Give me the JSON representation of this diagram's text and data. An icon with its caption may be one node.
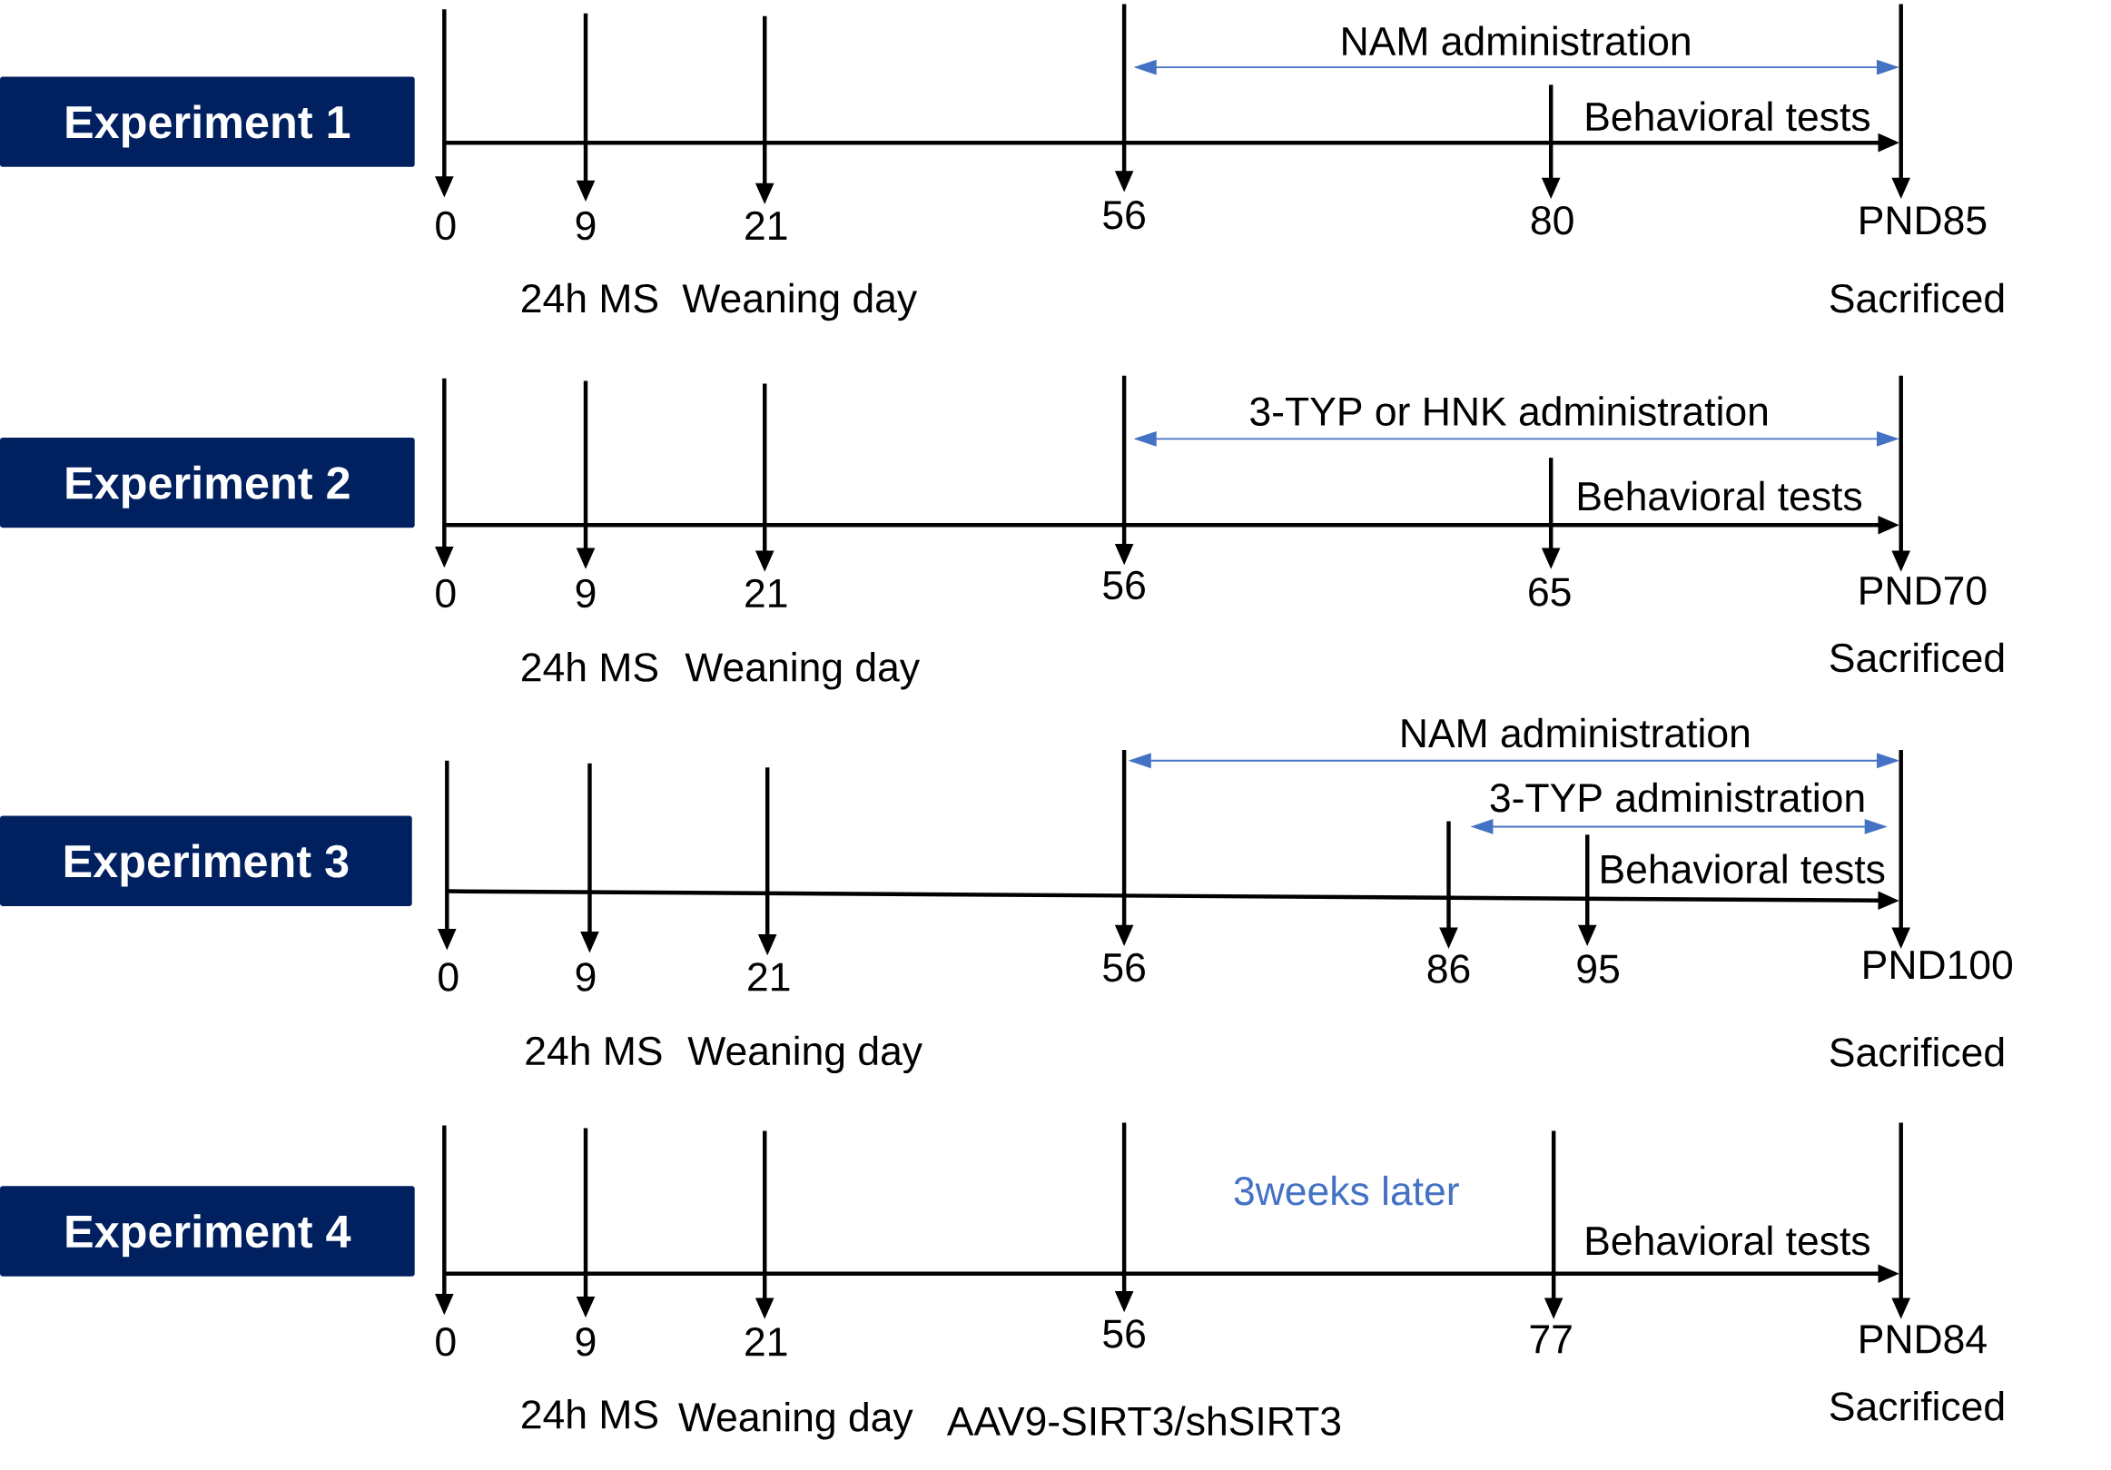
{
  "diagram": {
    "nodes": [
      {
        "text": [
          "Experiment 1"
        ]
      },
      {
        "text": [
          "Experiment 2"
        ]
      },
      {
        "text": [
          "Experiment 3"
        ]
      },
      {
        "text": [
          "Experiment 4"
        ]
      }
    ],
    "labels": [
      "NAM administration",
      "Behavioral tests",
      "0",
      "9",
      "21",
      "56",
      "80",
      "PND85",
      "24h MS",
      "Weaning day",
      "Sacrificed",
      "3-TYP or HNK administration",
      "Behavioral tests",
      "0",
      "9",
      "21",
      "56",
      "65",
      "PND70",
      "24h MS",
      "Weaning day",
      "Sacrificed",
      "NAM administration",
      "3-TYP administration",
      "Behavioral tests",
      "0",
      "9",
      "21",
      "56",
      "86",
      "95",
      "PND100",
      "24h MS",
      "Weaning day",
      "Sacrificed",
      "3weeks later",
      "Behavioral tests",
      "0",
      "9",
      "21",
      "56",
      "77",
      "PND84",
      "24h MS",
      "Weaning day",
      "AAV9-SIRT3/shSIRT3",
      "Sacrificed"
    ]
  }
}
